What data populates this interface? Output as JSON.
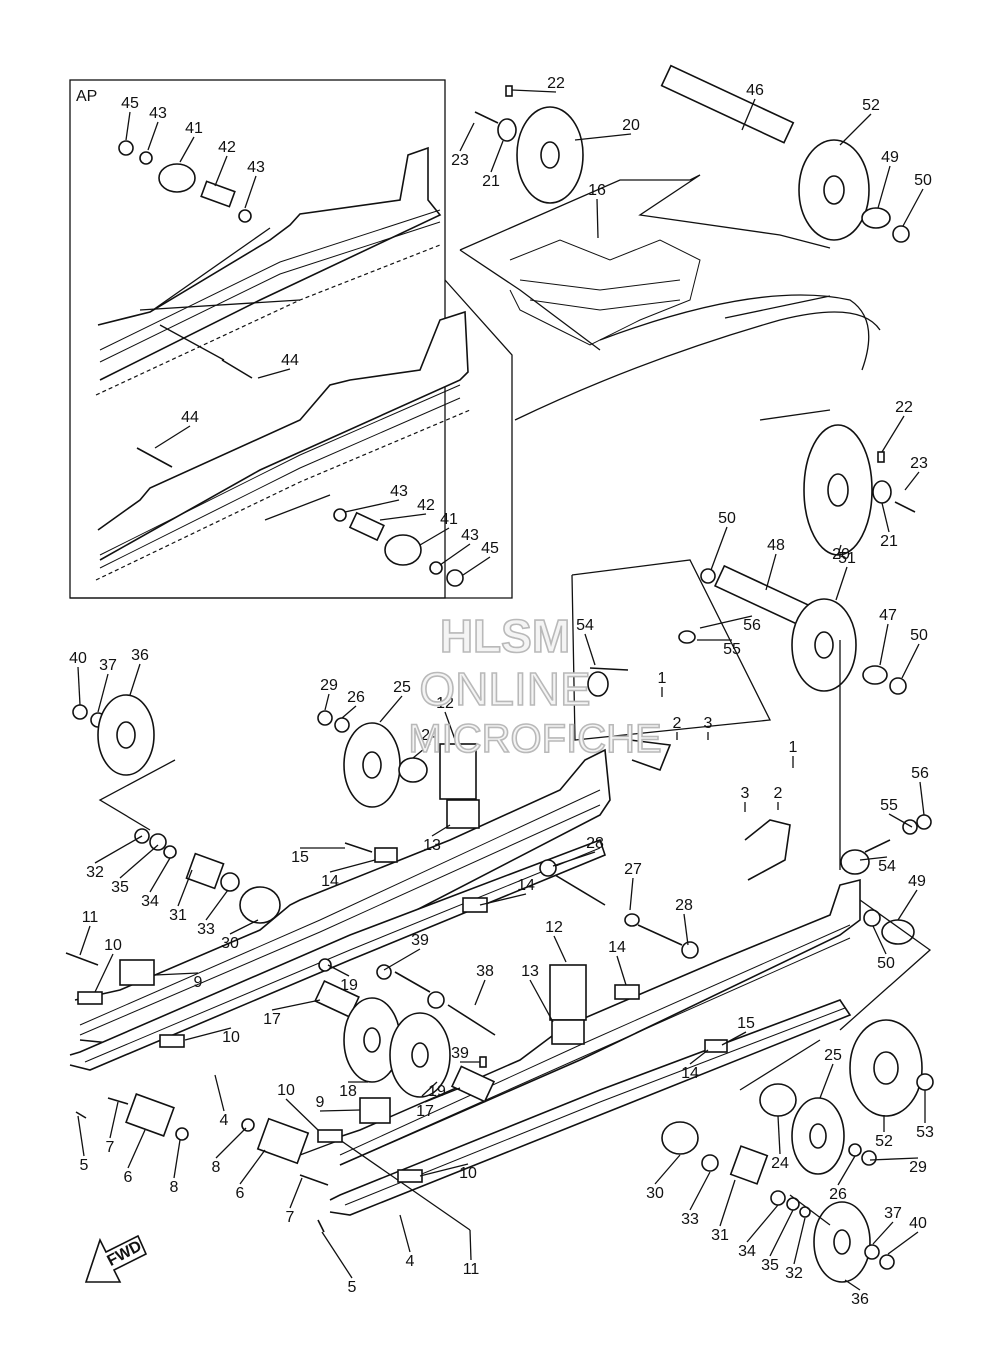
{
  "inset_label": "AP",
  "watermark": {
    "line1": "HLSM",
    "line2": "ONLINE",
    "line3": "MICROFICHE"
  },
  "fwd_label": "FWD",
  "callouts": [
    {
      "id": "c45a",
      "text": "45"
    },
    {
      "id": "c43a",
      "text": "43"
    },
    {
      "id": "c41a",
      "text": "41"
    },
    {
      "id": "c42a",
      "text": "42"
    },
    {
      "id": "c43b",
      "text": "43"
    },
    {
      "id": "c44a",
      "text": "44"
    },
    {
      "id": "c44b",
      "text": "44"
    },
    {
      "id": "c43c",
      "text": "43"
    },
    {
      "id": "c42b",
      "text": "42"
    },
    {
      "id": "c41b",
      "text": "41"
    },
    {
      "id": "c43d",
      "text": "43"
    },
    {
      "id": "c45b",
      "text": "45"
    },
    {
      "id": "c22a",
      "text": "22"
    },
    {
      "id": "c23a",
      "text": "23"
    },
    {
      "id": "c21a",
      "text": "21"
    },
    {
      "id": "c20a",
      "text": "20"
    },
    {
      "id": "c46",
      "text": "46"
    },
    {
      "id": "c52a",
      "text": "52"
    },
    {
      "id": "c49a",
      "text": "49"
    },
    {
      "id": "c50a",
      "text": "50"
    },
    {
      "id": "c16",
      "text": "16"
    },
    {
      "id": "c22b",
      "text": "22"
    },
    {
      "id": "c23b",
      "text": "23"
    },
    {
      "id": "c21b",
      "text": "21"
    },
    {
      "id": "c20b",
      "text": "20"
    },
    {
      "id": "c50b",
      "text": "50"
    },
    {
      "id": "c48",
      "text": "48"
    },
    {
      "id": "c51",
      "text": "51"
    },
    {
      "id": "c47",
      "text": "47"
    },
    {
      "id": "c50c",
      "text": "50"
    },
    {
      "id": "c54a",
      "text": "54"
    },
    {
      "id": "c56a",
      "text": "56"
    },
    {
      "id": "c55a",
      "text": "55"
    },
    {
      "id": "c1a",
      "text": "1"
    },
    {
      "id": "c2a",
      "text": "2"
    },
    {
      "id": "c3a",
      "text": "3"
    },
    {
      "id": "c1b",
      "text": "1"
    },
    {
      "id": "c3b",
      "text": "3"
    },
    {
      "id": "c2b",
      "text": "2"
    },
    {
      "id": "c55b",
      "text": "55"
    },
    {
      "id": "c56b",
      "text": "56"
    },
    {
      "id": "c54b",
      "text": "54"
    },
    {
      "id": "c49b",
      "text": "49"
    },
    {
      "id": "c50d",
      "text": "50"
    },
    {
      "id": "c40a",
      "text": "40"
    },
    {
      "id": "c37a",
      "text": "37"
    },
    {
      "id": "c36a",
      "text": "36"
    },
    {
      "id": "c29a",
      "text": "29"
    },
    {
      "id": "c26a",
      "text": "26"
    },
    {
      "id": "c25a",
      "text": "25"
    },
    {
      "id": "c12a",
      "text": "12"
    },
    {
      "id": "c24a",
      "text": "24"
    },
    {
      "id": "c13a",
      "text": "13"
    },
    {
      "id": "c32a",
      "text": "32"
    },
    {
      "id": "c35a",
      "text": "35"
    },
    {
      "id": "c34a",
      "text": "34"
    },
    {
      "id": "c31a",
      "text": "31"
    },
    {
      "id": "c33a",
      "text": "33"
    },
    {
      "id": "c30a",
      "text": "30"
    },
    {
      "id": "c15a",
      "text": "15"
    },
    {
      "id": "c14a",
      "text": "14"
    },
    {
      "id": "c28a",
      "text": "28"
    },
    {
      "id": "c14b",
      "text": "14"
    },
    {
      "id": "c27",
      "text": "27"
    },
    {
      "id": "c28b",
      "text": "28"
    },
    {
      "id": "c11a",
      "text": "11"
    },
    {
      "id": "c10a",
      "text": "10"
    },
    {
      "id": "c9a",
      "text": "9"
    },
    {
      "id": "c39a",
      "text": "39"
    },
    {
      "id": "c19a",
      "text": "19"
    },
    {
      "id": "c17a",
      "text": "17"
    },
    {
      "id": "c10b",
      "text": "10"
    },
    {
      "id": "c12b",
      "text": "12"
    },
    {
      "id": "c13b",
      "text": "13"
    },
    {
      "id": "c14c",
      "text": "14"
    },
    {
      "id": "c38",
      "text": "38"
    },
    {
      "id": "c15b",
      "text": "15"
    },
    {
      "id": "c14d",
      "text": "14"
    },
    {
      "id": "c39b",
      "text": "39"
    },
    {
      "id": "c18",
      "text": "18"
    },
    {
      "id": "c19b",
      "text": "19"
    },
    {
      "id": "c17b",
      "text": "17"
    },
    {
      "id": "c4a",
      "text": "4"
    },
    {
      "id": "c5a",
      "text": "5"
    },
    {
      "id": "c7a",
      "text": "7"
    },
    {
      "id": "c6a",
      "text": "6"
    },
    {
      "id": "c8a",
      "text": "8"
    },
    {
      "id": "c8b",
      "text": "8"
    },
    {
      "id": "c6b",
      "text": "6"
    },
    {
      "id": "c7b",
      "text": "7"
    },
    {
      "id": "c10c",
      "text": "10"
    },
    {
      "id": "c9b",
      "text": "9"
    },
    {
      "id": "c10d",
      "text": "10"
    },
    {
      "id": "c4b",
      "text": "4"
    },
    {
      "id": "c5b",
      "text": "5"
    },
    {
      "id": "c11b",
      "text": "11"
    },
    {
      "id": "c25b",
      "text": "25"
    },
    {
      "id": "c52b",
      "text": "52"
    },
    {
      "id": "c53",
      "text": "53"
    },
    {
      "id": "c24b",
      "text": "24"
    },
    {
      "id": "c26b",
      "text": "26"
    },
    {
      "id": "c29b",
      "text": "29"
    },
    {
      "id": "c30b",
      "text": "30"
    },
    {
      "id": "c33b",
      "text": "33"
    },
    {
      "id": "c31b",
      "text": "31"
    },
    {
      "id": "c34b",
      "text": "34"
    },
    {
      "id": "c35b",
      "text": "35"
    },
    {
      "id": "c32b",
      "text": "32"
    },
    {
      "id": "c37b",
      "text": "37"
    },
    {
      "id": "c40b",
      "text": "40"
    },
    {
      "id": "c36b",
      "text": "36"
    }
  ]
}
